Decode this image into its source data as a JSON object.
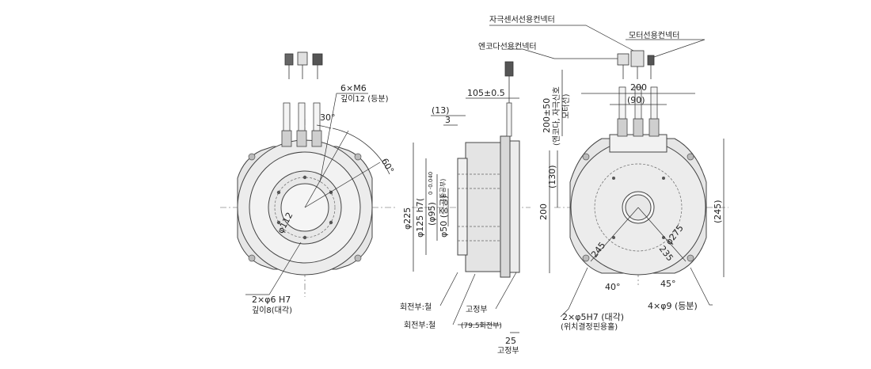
{
  "front_view": {
    "label_6xm6": "6×M6",
    "label_depth12": "깊이12 (등분)",
    "label_30deg": "30°",
    "label_60deg": "60°",
    "label_phi112": "φ112",
    "label_2xphi6": "2×φ6 H7",
    "label_depth8": "깊이8(대각)"
  },
  "side_view": {
    "label_105": "105±0.5",
    "label_13": "(13)",
    "label_3": "3",
    "label_phi225": "φ225",
    "label_phi125": "φ125 h7(",
    "label_tol": "0 -0.040",
    "label_phi95": "(φ95)",
    "label_phi50": "φ50 (중공)",
    "label_hub": "(중공부)",
    "label_rotor1": "회전부:철",
    "label_rotor2": "회전부:철",
    "label_stator": "고정부",
    "label_79_5": "(79.5회전부)",
    "label_25": "25",
    "label_stator2": "고정부"
  },
  "rear_view": {
    "label_encoder_conn": "엔코다선용컨넥터",
    "label_magnet_conn": "자극센서선용컨넥터",
    "label_motor_conn": "모터선용컨넥터",
    "label_200_50": "200±50",
    "label_cable_a": "(엔코다, 자극신호",
    "label_cable_b": "모터선)",
    "label_200_top": "200",
    "label_90": "(90)",
    "label_130": "(130)",
    "label_200_left": "200",
    "label_245_right": "(245)",
    "label_245": "245",
    "label_235": "235",
    "label_phi275": "φ275",
    "label_40deg": "40°",
    "label_45deg": "45°",
    "label_2xphi5": "2×φ5H7 (대각)",
    "label_pos_pin": "(위치결정핀용홀)",
    "label_4xphi9": "4×φ9 (등분)"
  }
}
